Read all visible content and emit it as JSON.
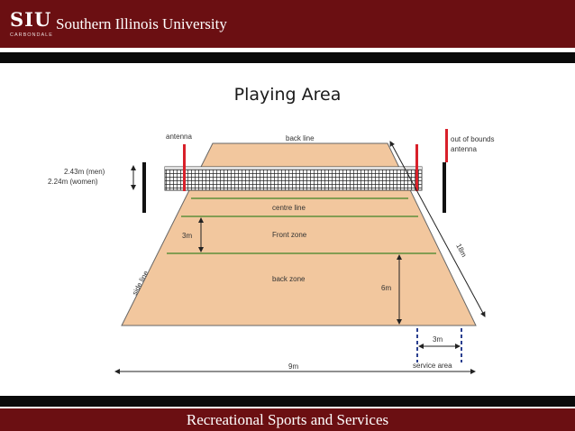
{
  "header": {
    "logo_mark": "SIU",
    "logo_sub": "CARBONDALE",
    "university_name": "Southern Illinois University"
  },
  "slide": {
    "title": "Playing Area"
  },
  "diagram": {
    "labels": {
      "antenna": "antenna",
      "back_line": "back line",
      "out_of_bounds_1": "out of bounds",
      "out_of_bounds_2": "antenna",
      "net_height_men": "2.43m (men)",
      "net_height_women": "2.24m (women)",
      "centre_line": "centre line",
      "front_zone": "Front zone",
      "front_zone_depth": "3m",
      "back_zone": "back zone",
      "back_zone_depth": "6m",
      "side_line": "side line",
      "length": "18m",
      "service_width": "3m",
      "width": "9m",
      "service_area": "service area"
    },
    "colors": {
      "court_fill": "#f2c79e",
      "line_green": "#5e8f3a",
      "antenna_red": "#d8202a",
      "post_black": "#111111",
      "service_blue": "#2a3f8f"
    }
  },
  "footer": {
    "label": "Recreational Sports and Services"
  }
}
